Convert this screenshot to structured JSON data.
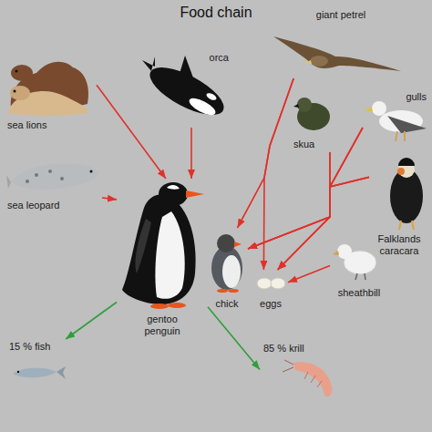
{
  "diagram": {
    "title": "Food chain",
    "nodes": [
      {
        "text": [
          "sea lions"
        ]
      },
      {
        "text": [
          "orca"
        ]
      },
      {
        "text": [
          "giant petrel"
        ]
      },
      {
        "text": [
          "skua"
        ]
      },
      {
        "text": [
          "gulls"
        ]
      },
      {
        "text": [
          "sea leopard"
        ]
      },
      {
        "text": [
          "Falklands caracara"
        ]
      },
      {
        "text": [
          "gentoo penguin"
        ]
      },
      {
        "text": [
          "chick"
        ]
      },
      {
        "text": [
          "eggs"
        ]
      },
      {
        "text": [
          "sheathbill"
        ]
      },
      {
        "text": [
          "15 % fish"
        ]
      },
      {
        "text": [
          "85 % krill"
        ]
      }
    ],
    "edges": [
      {
        "from": 0,
        "to": 7,
        "arrow": "to"
      },
      {
        "from": 1,
        "to": 7,
        "arrow": "to"
      },
      {
        "from": 5,
        "to": 7,
        "arrow": "to"
      },
      {
        "from": 2,
        "to": 8,
        "arrow": "to"
      },
      {
        "from": 2,
        "to": 9,
        "arrow": "to"
      },
      {
        "from": 3,
        "to": 8,
        "arrow": "to"
      },
      {
        "from": 3,
        "to": 9,
        "arrow": "to"
      },
      {
        "from": 4,
        "to": 8,
        "arrow": "to"
      },
      {
        "from": 4,
        "to": 9,
        "arrow": "to"
      },
      {
        "from": 6,
        "to": 8,
        "arrow": "to"
      },
      {
        "from": 6,
        "to": 9,
        "arrow": "to"
      },
      {
        "from": 10,
        "to": 9,
        "arrow": "to"
      },
      {
        "from": 7,
        "to": 11,
        "arrow": "to"
      },
      {
        "from": 7,
        "to": 12,
        "arrow": "to"
      }
    ]
  }
}
